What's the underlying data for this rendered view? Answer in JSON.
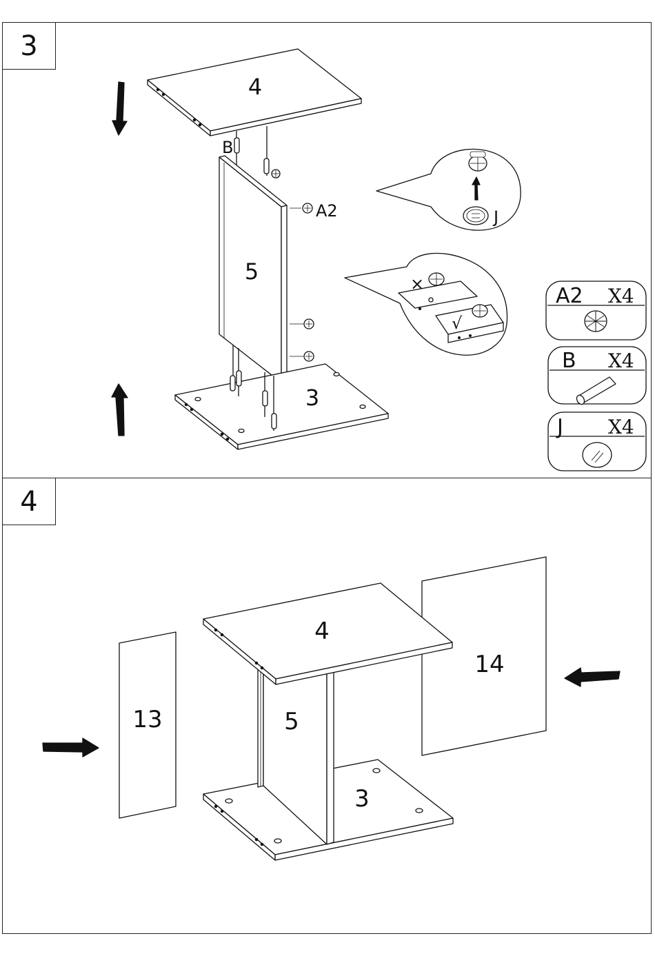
{
  "steps": [
    {
      "number": "3"
    },
    {
      "number": "4"
    }
  ],
  "step3": {
    "panels": {
      "top": "4",
      "side": "5",
      "bottom": "3"
    },
    "callouts": {
      "b": "B",
      "a2": "A2",
      "j": "J",
      "wrong": "×",
      "right": "√"
    }
  },
  "parts": [
    {
      "code": "A2",
      "qty": "X4"
    },
    {
      "code": "B",
      "qty": "X4"
    },
    {
      "code": "J",
      "qty": "X4"
    }
  ],
  "step4": {
    "panels": {
      "top": "4",
      "center": "5",
      "bottom": "3",
      "left": "13",
      "right": "14"
    }
  }
}
